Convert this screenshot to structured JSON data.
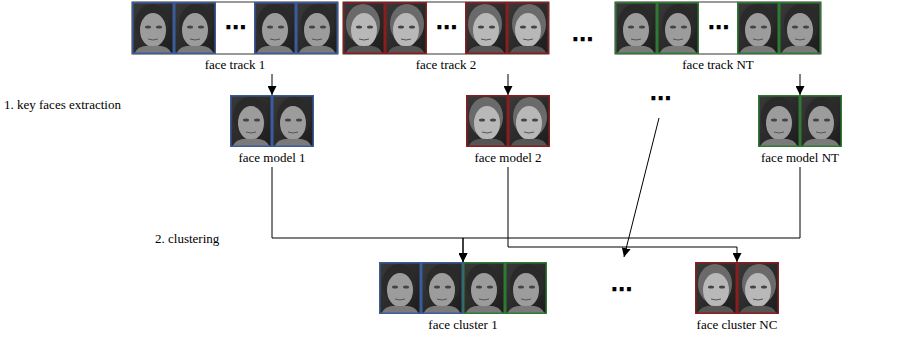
{
  "diagram": {
    "nodes": [
      {
        "text": [
          "face track 1"
        ]
      },
      {
        "text": [
          "face track 2"
        ]
      },
      {
        "text": [
          "face track NT"
        ]
      },
      {
        "text": [
          "face model 1"
        ]
      },
      {
        "text": [
          "face model 2"
        ]
      },
      {
        "text": [
          "face model NT"
        ]
      },
      {
        "text": [
          "face cluster 1"
        ]
      },
      {
        "text": [
          "face cluster NC"
        ]
      }
    ],
    "edges": [
      {
        "from": 0,
        "to": 3,
        "arrow": "to"
      },
      {
        "from": 1,
        "to": 4,
        "arrow": "to"
      },
      {
        "from": 2,
        "to": 5,
        "arrow": "to"
      },
      {
        "from": 3,
        "to": 6,
        "arrow": "to"
      },
      {
        "from": 5,
        "to": 6,
        "arrow": "to"
      },
      {
        "from": 4,
        "to": 7,
        "arrow": "to"
      }
    ],
    "labels": [
      "1. key faces extraction",
      "2. clustering",
      "⋯",
      "⋯",
      "⋯",
      "⋯",
      "⋯",
      "⋯"
    ]
  }
}
